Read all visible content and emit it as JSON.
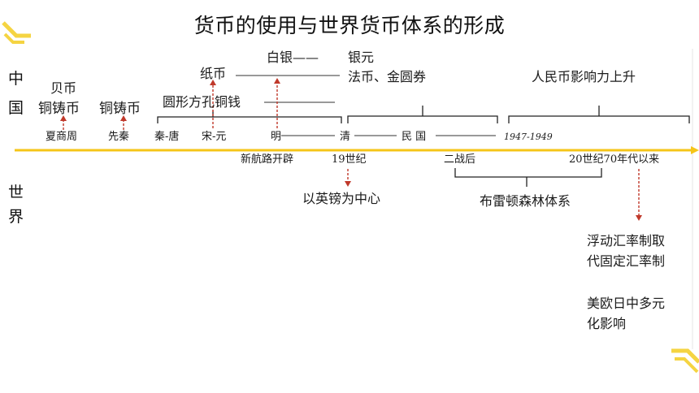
{
  "title": "货币的使用与世界货币体系的形成",
  "row_labels": {
    "china_1": "中",
    "china_2": "国",
    "world_1": "世",
    "world_2": "界"
  },
  "china_items": {
    "shell_money": "贝币",
    "bronze_coin_1": "铜铸币",
    "bronze_coin_2": "铜铸币",
    "paper_money": "纸币",
    "silver": "白银——",
    "silver_yuan": "银元",
    "fabi_gold": "法币、金圆券",
    "round_coin": "圆形方孔铜钱",
    "rmb_influence": "人民币影响力上升"
  },
  "periods": {
    "xia_shang_zhou": "夏商周",
    "pre_qin": "先秦",
    "qin_tang": "秦-唐",
    "song_yuan": "宋-元",
    "ming": "明",
    "qing": "清",
    "minguo": "民 国",
    "years": "1947-1949"
  },
  "axis_marks": {
    "new_route": "新航路开辟",
    "c19": "19世纪",
    "postwar": "二战后",
    "c20_70s": "20世纪70年代以来"
  },
  "world_items": {
    "gbp_center": "以英镑为中心",
    "bretton_woods": "布雷顿森林体系",
    "floating_1": "浮动汇率制取",
    "floating_2": "代固定汇率制",
    "multi_1": "美欧日中多元",
    "multi_2": "化影响"
  },
  "colors": {
    "axis": "#f5c518",
    "arrow": "#c0392b",
    "corner": "#f5d442",
    "text": "#1a1a1a"
  }
}
